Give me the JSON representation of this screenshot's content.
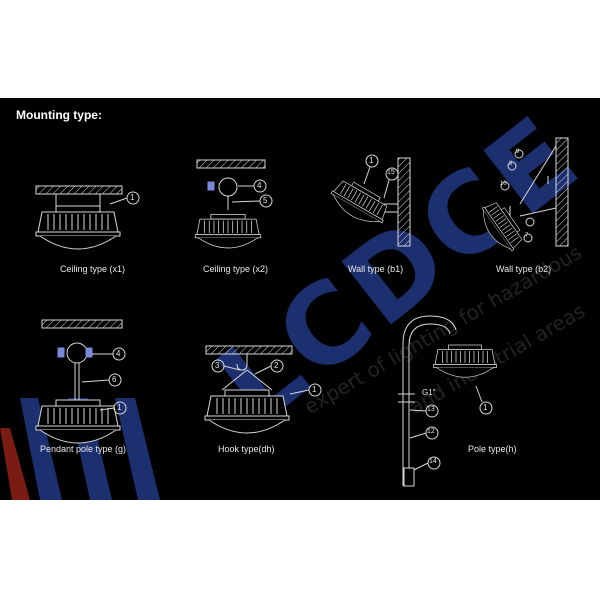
{
  "heading": "Mounting type:",
  "captions": {
    "ceiling_x1": "Ceiling type  (x1)",
    "ceiling_x2": "Ceiling type  (x2)",
    "wall_b1": "Wall type  (b1)",
    "wall_b2": "Wall type (b2)",
    "pendant_g": "Pendant pole type (g)",
    "hook_dh": "Hook type(dh)",
    "pole_h": "Pole type(h)"
  },
  "labels": {
    "thread": "G1\"",
    "n1": "1",
    "n2": "2",
    "n3": "3",
    "n4": "4",
    "n5": "5",
    "n6": "6",
    "n12": "12",
    "n13": "13",
    "n14": "14",
    "n15": "15",
    "n7": "7",
    "n8": "8",
    "n9": "9",
    "n10": "10"
  },
  "watermark": {
    "logo": "LCDCE",
    "tagline_1": "expert of lighting for hazardous",
    "tagline_2": "and industrial areas"
  },
  "colors": {
    "background": "#000000",
    "line": "#d8d8d8",
    "watermark_blue": "#1c2f6e",
    "watermark_red": "#7a1b14"
  }
}
